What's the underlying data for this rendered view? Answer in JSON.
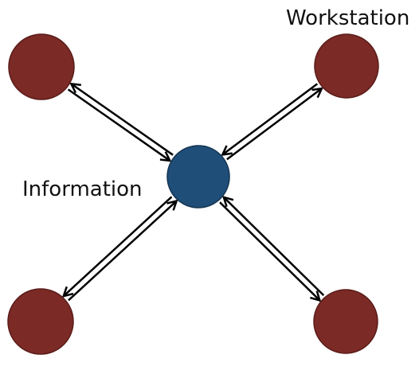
{
  "labels": {
    "workstation": "Workstation",
    "information": "Information"
  },
  "colors": {
    "hub_fill": "#1f4e79",
    "hub_stroke": "#15334f",
    "node_fill": "#7b2a26",
    "node_stroke": "#5a1c19",
    "arrow": "#000000",
    "text": "#111111"
  },
  "nodes": [
    {
      "id": "hub",
      "role": "hub"
    },
    {
      "id": "node-top-left",
      "role": "workstation"
    },
    {
      "id": "node-top-right",
      "role": "workstation"
    },
    {
      "id": "node-bottom-left",
      "role": "workstation"
    },
    {
      "id": "node-bottom-right",
      "role": "workstation"
    }
  ],
  "edges": [
    {
      "from": "node-top-left",
      "to": "hub"
    },
    {
      "from": "hub",
      "to": "node-top-left"
    },
    {
      "from": "node-top-right",
      "to": "hub"
    },
    {
      "from": "hub",
      "to": "node-top-right"
    },
    {
      "from": "node-bottom-left",
      "to": "hub"
    },
    {
      "from": "hub",
      "to": "node-bottom-left"
    },
    {
      "from": "node-bottom-right",
      "to": "hub"
    },
    {
      "from": "hub",
      "to": "node-bottom-right"
    }
  ]
}
